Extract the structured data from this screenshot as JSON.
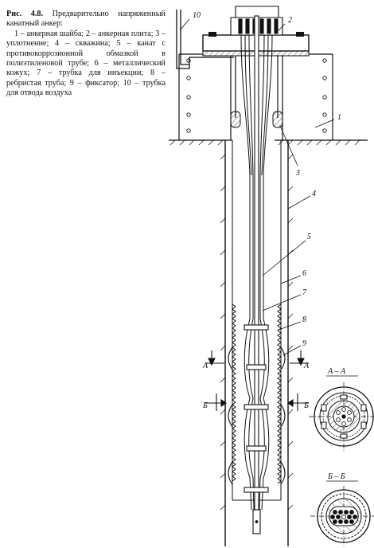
{
  "caption": {
    "figure_label": "Рис. 4.8.",
    "title": "Предварительно напряженный канатный анкер:",
    "legend": "1 – анкерная шайба; 2 – анкерная плита; 3 – уплотнение; 4 – скважина; 5 – канат с противокоррозионной обмазкой в полиэтиленовой трубе; 6 – металлический кожух; 7 – трубка для инъекции; 8 – ребристая труба; 9 – фиксатор; 10 – трубка для отвода воздуха"
  },
  "callouts": [
    "10",
    "2",
    "1",
    "3",
    "4",
    "5",
    "6",
    "7",
    "8",
    "9"
  ],
  "section_marks": {
    "a_left": "А",
    "a_right": "А",
    "b_left": "Б",
    "b_right": "Б"
  },
  "section_titles": {
    "aa": "А – А",
    "bb": "Б – Б"
  }
}
